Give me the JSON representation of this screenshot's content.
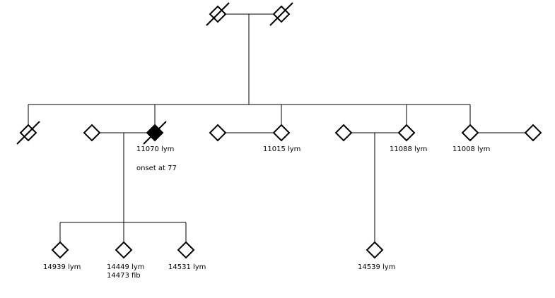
{
  "colors": {
    "line": "#000000",
    "fill_affected": "#000000",
    "fill_unaffected": "#ffffff"
  },
  "individuals": {
    "gp1": {
      "affected": false,
      "deceased": true
    },
    "gp2": {
      "affected": false,
      "deceased": true
    },
    "g2a": {
      "affected": false,
      "deceased": true
    },
    "sp1": {
      "affected": false,
      "deceased": false
    },
    "i11070": {
      "affected": true,
      "deceased": true,
      "label": "11070 lym",
      "note": "onset at 77"
    },
    "sp2": {
      "affected": false,
      "deceased": false
    },
    "i11015": {
      "affected": false,
      "deceased": false,
      "label": "11015 lym"
    },
    "sp3": {
      "affected": false,
      "deceased": false
    },
    "i11088": {
      "affected": false,
      "deceased": false,
      "label": "11088 lym"
    },
    "i11008": {
      "affected": false,
      "deceased": false,
      "label": "11008 lym"
    },
    "sp4": {
      "affected": false,
      "deceased": false
    },
    "i14939": {
      "affected": false,
      "deceased": false,
      "label": "14939 lym"
    },
    "i14449": {
      "affected": false,
      "deceased": false,
      "label": "14449 lym",
      "label2": "14473 fib"
    },
    "i14531": {
      "affected": false,
      "deceased": false,
      "label": "14531 lym"
    },
    "i14539": {
      "affected": false,
      "deceased": false,
      "label": "14539 lym"
    }
  }
}
